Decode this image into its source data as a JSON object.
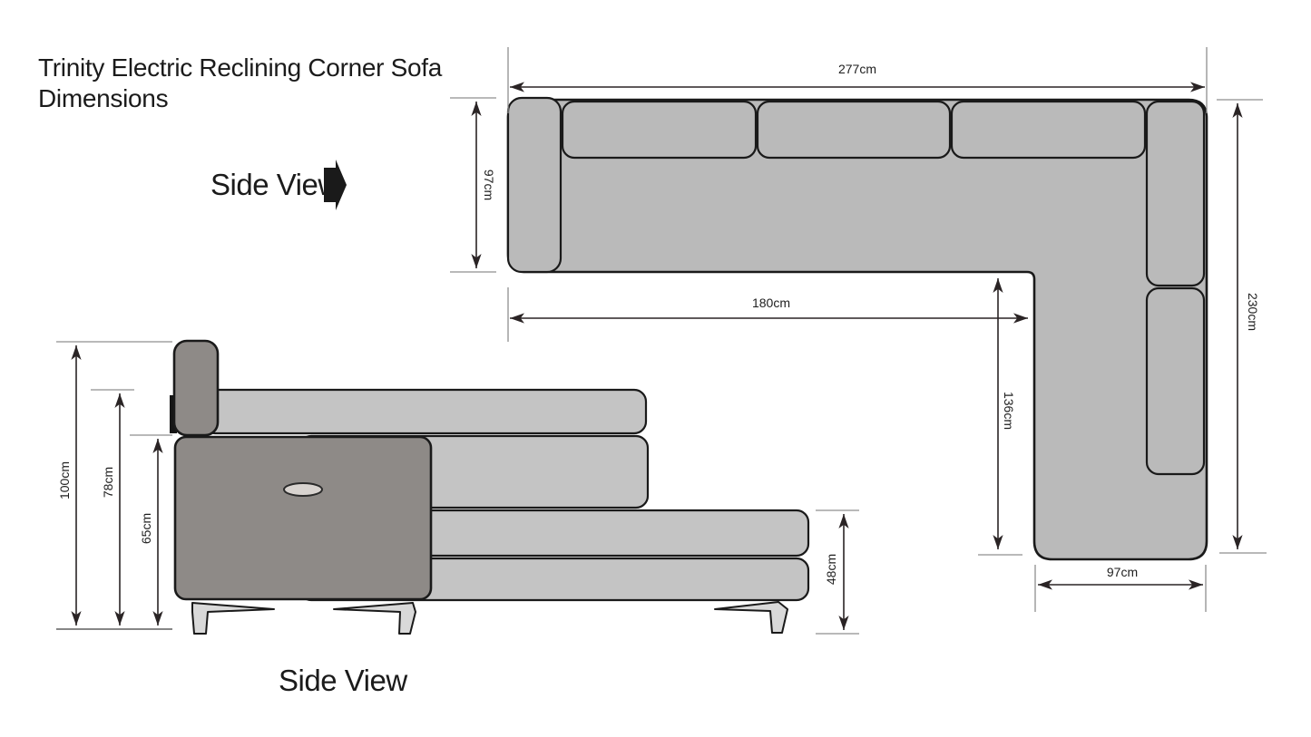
{
  "title": {
    "line1": "Trinity Electric Reclining Corner Sofa",
    "line2": "Dimensions"
  },
  "labels": {
    "side_view_top": "Side View",
    "side_view_bottom": "Side View"
  },
  "top_view": {
    "total_width": "277cm",
    "left_depth": "97cm",
    "inner_width": "180cm",
    "inner_depth": "136cm",
    "right_depth": "230cm",
    "chaise_width": "97cm"
  },
  "side_view": {
    "total_height": "100cm",
    "back_height": "78cm",
    "arm_height": "65cm",
    "footrest_height": "48cm"
  },
  "colors": {
    "sofa_fill": "#bababa",
    "side_band_fill": "#c4c4c4",
    "dark_fill": "#8e8a87",
    "handle_fill": "#d8d3cf",
    "leg_fill": "#d9d9d9",
    "bracket_fill": "#161616",
    "arrow_icon_fill": "#1a1a1a",
    "outline": "#1a1a1a",
    "dimension_line": "#2a2425",
    "extension_line": "#8f8f8f",
    "text": "#1b1b1b"
  }
}
